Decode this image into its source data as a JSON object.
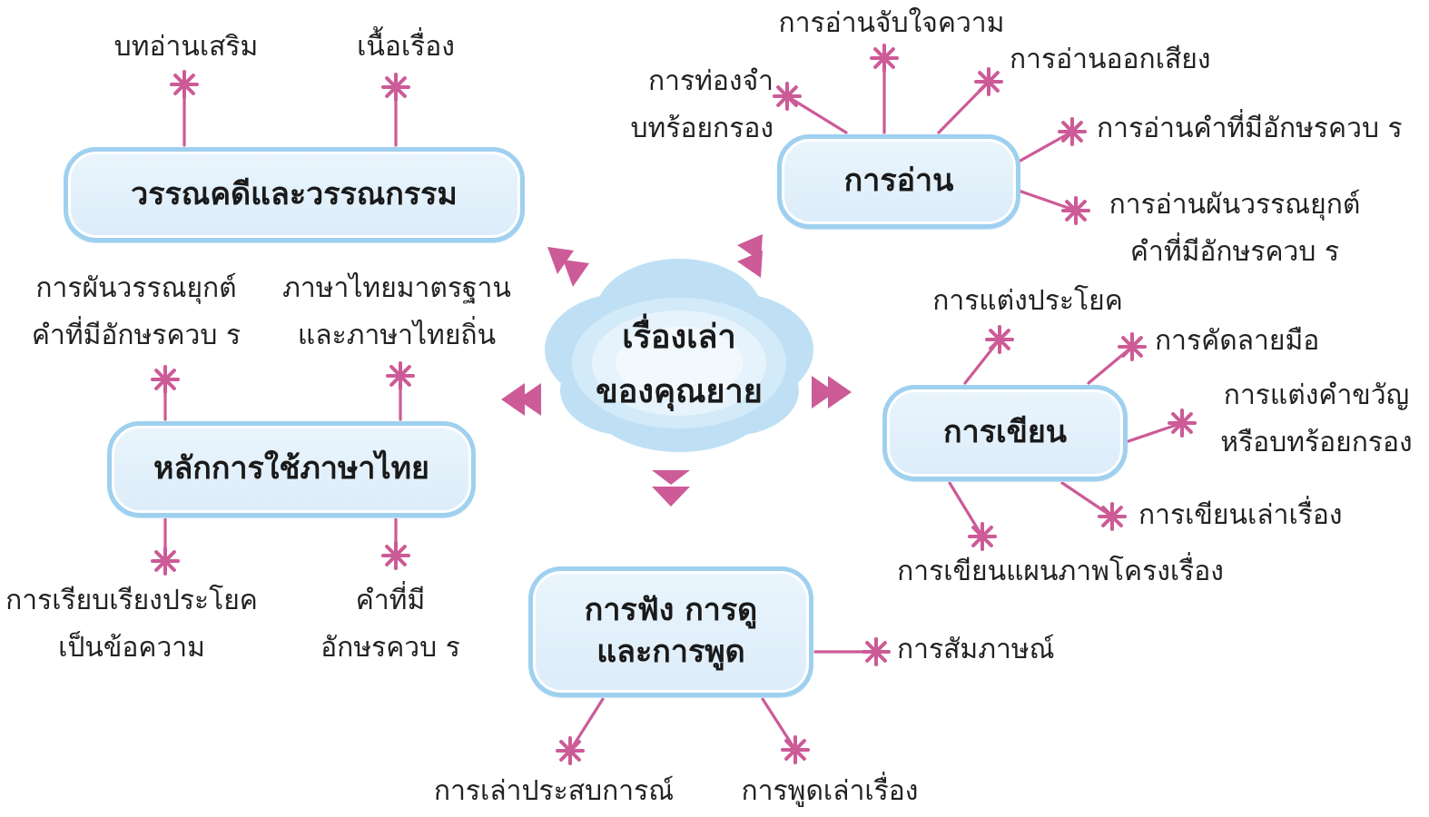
{
  "diagram": {
    "center": {
      "line1": "เรื่องเล่า",
      "line2": "ของคุณยาย"
    },
    "topics": {
      "literature": "วรรณคดีและวรรณกรรม",
      "reading": "การอ่าน",
      "thai_usage": "หลักการใช้ภาษาไทย",
      "writing": "การเขียน",
      "listening": {
        "line1": "การฟัง การดู",
        "line2": "และการพูด"
      }
    },
    "leaves": {
      "supplementary_reading": "บทอ่านเสริม",
      "story_content": "เนื้อเรื่อง",
      "read_comprehension": "การอ่านจับใจความ",
      "read_aloud": "การอ่านออกเสียง",
      "memorize": {
        "line1": "การท่องจำ",
        "line2": "บทร้อยกรอง"
      },
      "read_cluster": "การอ่านคำที่มีอักษรควบ ร",
      "read_tone": {
        "line1": "การอ่านผันวรรณยุกต์",
        "line2": "คำที่มีอักษรควบ ร"
      },
      "tone_marks": {
        "line1": "การผันวรรณยุกต์",
        "line2": "คำที่มีอักษรควบ ร"
      },
      "standard_thai": {
        "line1": "ภาษาไทยมาตรฐาน",
        "line2": "และภาษาไทยถิ่น"
      },
      "arrange_sentences": {
        "line1": "การเรียบเรียงประโยค",
        "line2": "เป็นข้อความ"
      },
      "cluster_words": {
        "line1": "คำที่มี",
        "line2": "อักษรควบ ร"
      },
      "compose_sentence": "การแต่งประโยค",
      "handwriting": "การคัดลายมือ",
      "compose_motto": {
        "line1": "การแต่งคำขวัญ",
        "line2": "หรือบทร้อยกรอง"
      },
      "write_story": "การเขียนเล่าเรื่อง",
      "story_map": "การเขียนแผนภาพโครงเรื่อง",
      "interview": "การสัมภาษณ์",
      "share_experience": "การเล่าประสบการณ์",
      "storytelling": "การพูดเล่าเรื่อง"
    },
    "colors": {
      "connector": "#cc5b97",
      "box_border": "#9fd0ef",
      "box_fill": "#e6f2fc",
      "cloud_outer": "#bfe0f4",
      "cloud_inner": "#e3f1fb",
      "arrow": "#cc5b97"
    }
  }
}
